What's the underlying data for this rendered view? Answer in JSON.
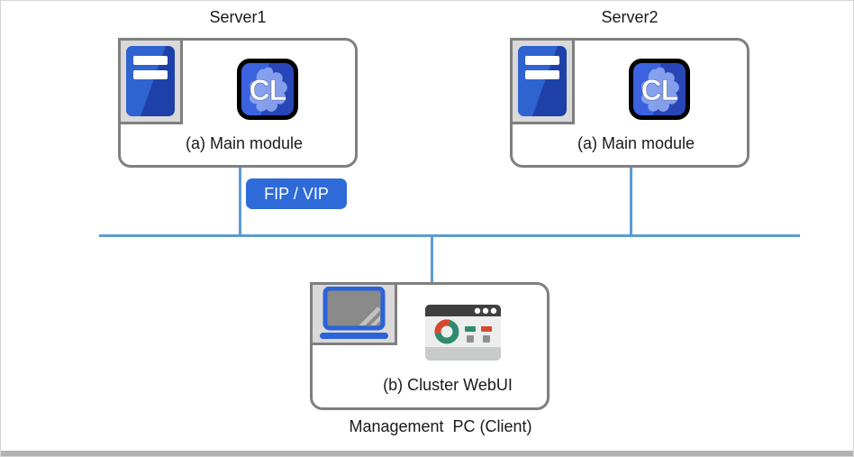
{
  "nodes": {
    "server1": {
      "title": "Server1",
      "module_label": "(a) Main module"
    },
    "server2": {
      "title": "Server2",
      "module_label": "(a) Main module"
    },
    "management_pc": {
      "module_label": "(b) Cluster WebUI",
      "caption": "Management  PC (Client)"
    }
  },
  "badges": {
    "fip_vip": "FIP / VIP"
  },
  "icons": {
    "server": "server-tower-icon",
    "cl_app": "cl-cluster-app-icon",
    "laptop": "laptop-icon",
    "webui": "webui-browser-window-icon"
  },
  "colors": {
    "network_line": "#5b9bd5",
    "box_border": "#7f7f7f",
    "icon_frame_bg": "#d9d9d9",
    "badge_blue": "#2e6bd9",
    "server_blue_light": "#2f63cf",
    "server_blue_dark": "#1d41a8",
    "cl_blue_light": "#3b63e0",
    "cl_blue_dark": "#2846b8",
    "cl_blob": "#8fa7f2",
    "laptop_blue": "#2b62d9",
    "donut_green": "#2e8b6e",
    "donut_red": "#d9472e",
    "bottom_bar": "#b2b2b2"
  }
}
